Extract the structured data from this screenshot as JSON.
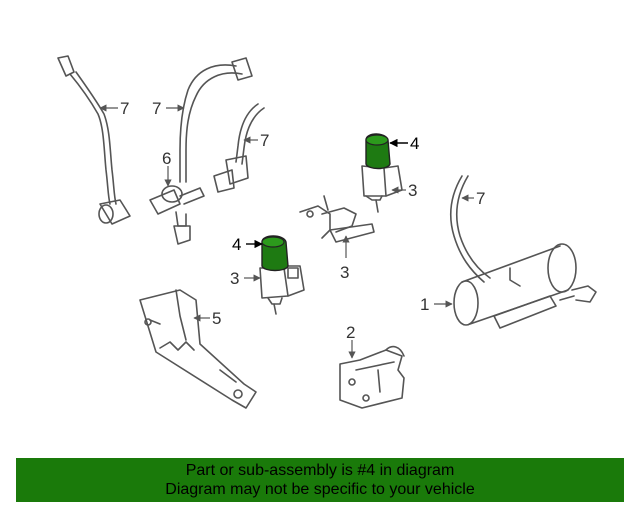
{
  "callouts": {
    "c1": "1",
    "c2": "2",
    "c3a": "3",
    "c3b": "3",
    "c3c": "3",
    "c4a": "4",
    "c4b": "4",
    "c5": "5",
    "c6": "6",
    "c7a": "7",
    "c7b": "7",
    "c7c": "7",
    "c7d": "7"
  },
  "banner": {
    "line1": "Part or sub-assembly is #4 in diagram",
    "line2": "Diagram may not be specific to your vehicle"
  },
  "colors": {
    "highlight": "#1e7a12",
    "banner": "#1a7a0a",
    "line": "#555555"
  }
}
